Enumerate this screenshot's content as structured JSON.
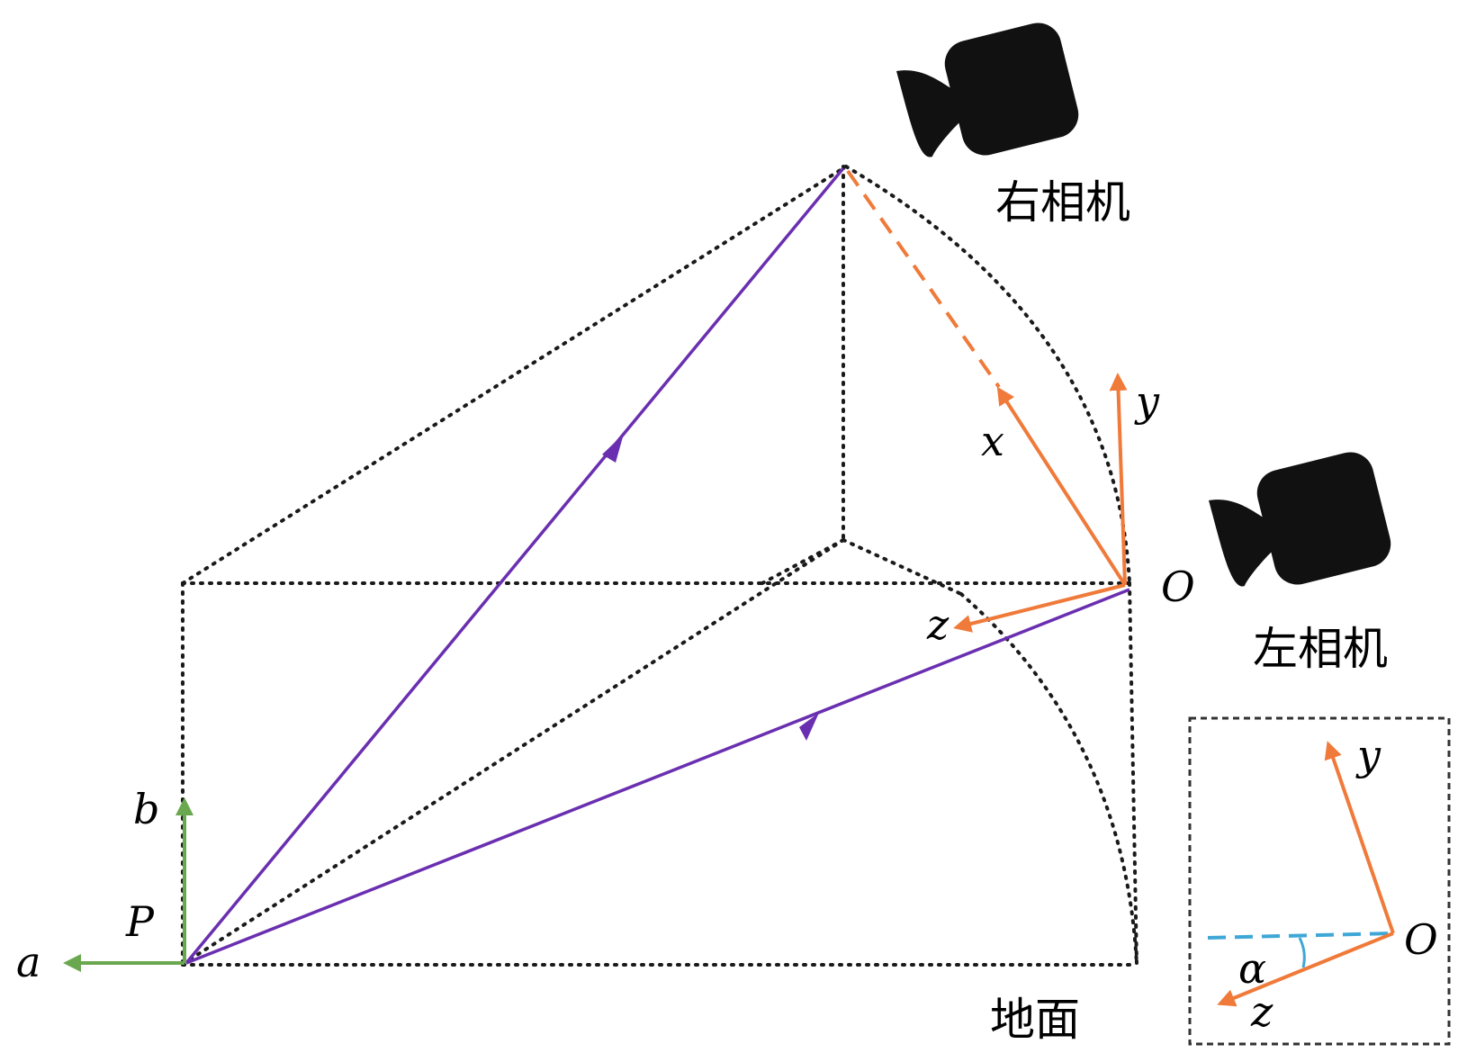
{
  "labels": {
    "right_camera": "右相机",
    "left_camera": "左相机",
    "ground": "地面",
    "point_P": "P",
    "axis_a": "a",
    "axis_b": "b",
    "origin_O": "O",
    "axis_x": "x",
    "axis_y": "y",
    "axis_z": "z",
    "inset_origin_O": "O",
    "inset_axis_y": "y",
    "inset_axis_z": "z",
    "inset_angle": "α"
  },
  "colors": {
    "sight_lines": "#6a2fb0",
    "camera_axes": "#ef7a3a",
    "ground_axes": "#6aa84f",
    "inset_reference": "#3fa7d6",
    "outline": "#1a1a1a",
    "camera_icon": "#111111"
  },
  "icons": {
    "right_camera": "video-camera-icon",
    "left_camera": "video-camera-icon"
  }
}
